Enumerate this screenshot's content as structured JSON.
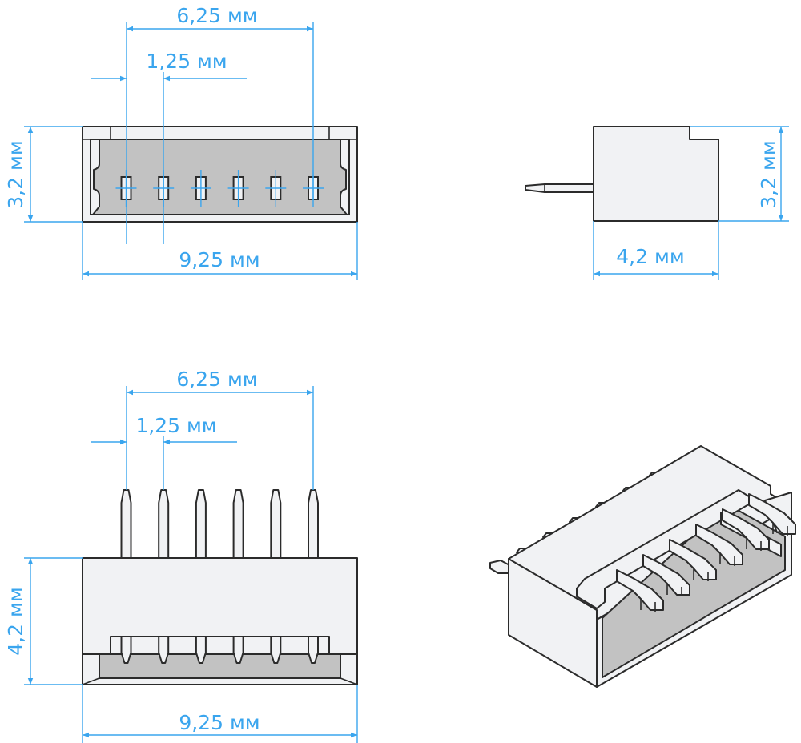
{
  "colors": {
    "dimension": "#3aa5ee",
    "body": "#f1f2f4",
    "cavity": "#c2c2c2",
    "outline": "#2b2b2b"
  },
  "front_view": {
    "pitch_total": "6,25 мм",
    "pitch": "1,25 мм",
    "height": "3,2 мм",
    "width": "9,25 мм"
  },
  "side_view": {
    "height": "3,2 мм",
    "depth": "4,2 мм"
  },
  "top_view": {
    "pitch_total": "6,25 мм",
    "pitch": "1,25 мм",
    "depth": "4,2 мм",
    "width": "9,25 мм"
  },
  "pin_count": 6
}
